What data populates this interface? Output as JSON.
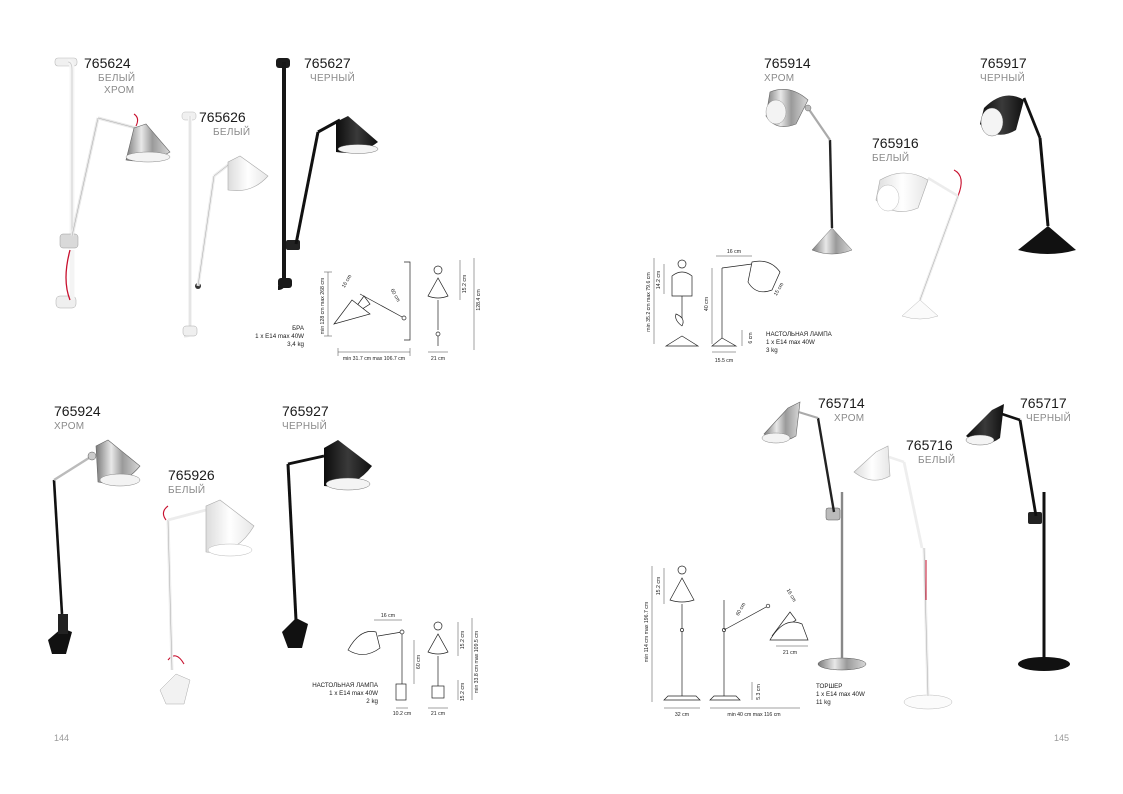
{
  "pages": {
    "left": "144",
    "right": "145"
  },
  "products": [
    {
      "code": "765624",
      "colors": [
        "БЕЛЫЙ",
        "ХРОМ"
      ]
    },
    {
      "code": "765626",
      "colors": [
        "БЕЛЫЙ"
      ]
    },
    {
      "code": "765627",
      "colors": [
        "ЧЕРНЫЙ"
      ]
    },
    {
      "code": "765914",
      "colors": [
        "ХРОМ"
      ]
    },
    {
      "code": "765916",
      "colors": [
        "БЕЛЫЙ"
      ]
    },
    {
      "code": "765917",
      "colors": [
        "ЧЕРНЫЙ"
      ]
    },
    {
      "code": "765924",
      "colors": [
        "ХРОМ"
      ]
    },
    {
      "code": "765926",
      "colors": [
        "БЕЛЫЙ"
      ]
    },
    {
      "code": "765927",
      "colors": [
        "ЧЕРНЫЙ"
      ]
    },
    {
      "code": "765714",
      "colors": [
        "ХРОМ"
      ]
    },
    {
      "code": "765716",
      "colors": [
        "БЕЛЫЙ"
      ]
    },
    {
      "code": "765717",
      "colors": [
        "ЧЕРНЫЙ"
      ]
    }
  ],
  "specs": {
    "bra": {
      "title": "БРА",
      "lines": [
        "1 x E14  max 40W",
        "3,4 kg"
      ],
      "dims": {
        "height": "min 128 cm max 268 cm",
        "shade": "16 cm",
        "arm": "60 cm",
        "shade_h": "15.2 cm",
        "total": "128.4 cm",
        "width": "min 31.7 cm max 106.7 cm",
        "base": "21 cm"
      }
    },
    "table_lamp_1": {
      "title": "НАСТОЛЬНАЯ ЛАМПА",
      "lines": [
        "1 x E14  max 40W",
        "3 kg"
      ],
      "dims": {
        "height": "min 35.2 cm max 79.6 cm",
        "shade_h": "14.2 cm",
        "shade_w": "16 cm",
        "arm": "40 cm",
        "shade_d": "15 cm",
        "base_h": "6 cm",
        "base": "15.5 cm"
      }
    },
    "table_lamp_2": {
      "title": "НАСТОЛЬНАЯ ЛАМПА",
      "lines": [
        "1 x E14  max 40W",
        "2 kg"
      ],
      "dims": {
        "shade_w": "16 cm",
        "arm": "60 cm",
        "shade_h": "15.2 cm",
        "height": "min 33.8 cm max 109.5 cm",
        "clamp": "15.2 cm",
        "base": "10.2 cm",
        "base2": "21 cm"
      }
    },
    "floor_lamp": {
      "title": "ТОРШЕР",
      "lines": [
        "1 x E14  max 40W",
        "11 kg"
      ],
      "dims": {
        "shade_h": "15.2 cm",
        "height": "min 114 cm max 196.7 cm",
        "arm": "60 cm",
        "shade_w": "16 cm",
        "shade_d": "21 cm",
        "base_h": "5.3 cm",
        "base": "32 cm",
        "width": "min 40 cm max 116 cm"
      }
    }
  },
  "colors": {
    "chrome": "#b8b8b8",
    "white": "#f4f4f4",
    "black": "#161616",
    "cord": "#c8102e"
  }
}
